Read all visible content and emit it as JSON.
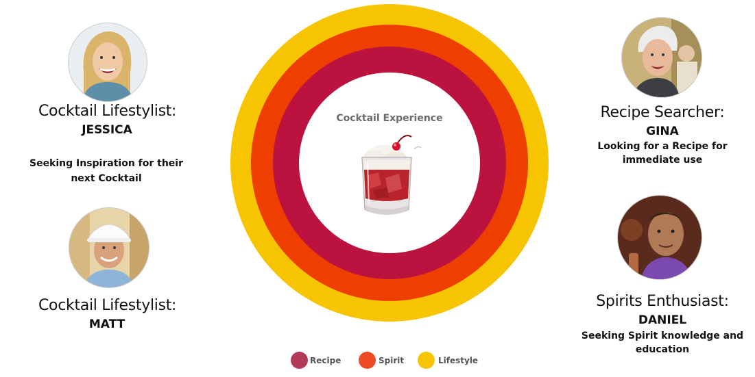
{
  "diagram": {
    "center_label": "Cocktail Experience",
    "rings": [
      {
        "name": "Lifestyle",
        "color": "#f6c400"
      },
      {
        "name": "Spirit",
        "color": "#ee3e00"
      },
      {
        "name": "Recipe",
        "color": "#bb1240"
      }
    ]
  },
  "personas": {
    "jessica": {
      "role": "Cocktail Lifestylist:",
      "name": "JESSICA",
      "desc_line1": "Seeking Inspiration for their",
      "desc_line2": "next Cocktail"
    },
    "matt": {
      "role": "Cocktail Lifestylist:",
      "name": "MATT"
    },
    "gina": {
      "role": "Recipe Searcher:",
      "name": "GINA",
      "desc_line1": "Looking for a Recipe for",
      "desc_line2": "immediate use"
    },
    "daniel": {
      "role": "Spirits Enthusiast:",
      "name": "DANIEL",
      "desc_line1": "Seeking Spirit knowledge and",
      "desc_line2": "education"
    }
  },
  "legend": [
    {
      "label": "Recipe",
      "color": "#b33a5a"
    },
    {
      "label": "Spirit",
      "color": "#ee4a24"
    },
    {
      "label": "Lifestyle",
      "color": "#f6c400"
    }
  ]
}
